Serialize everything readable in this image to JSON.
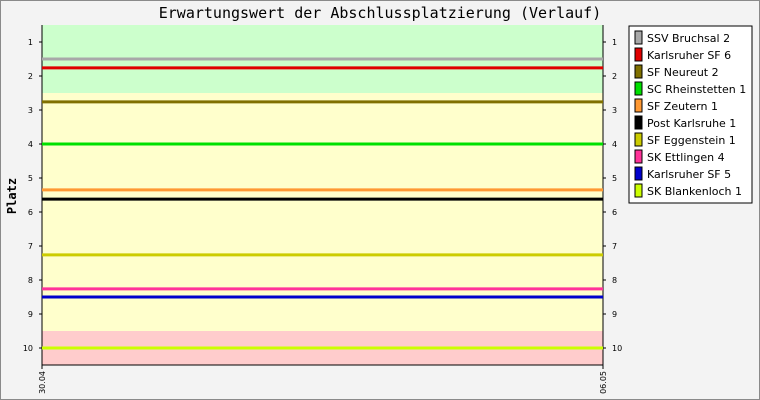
{
  "chart_data": {
    "type": "line",
    "title": "Erwartungswert der Abschlussplatzierung (Verlauf)",
    "ylabel": "Platz",
    "xlabel": "",
    "x_ticks": [
      "30.04",
      "06.05"
    ],
    "y_ticks": [
      1,
      2,
      3,
      4,
      5,
      6,
      7,
      8,
      9,
      10
    ],
    "ylim": [
      10.5,
      0.5
    ],
    "y_inverted": true,
    "grid": false,
    "legend_position": "right",
    "bands": [
      {
        "from": 0.5,
        "to": 2.5,
        "color": "#ccffcc"
      },
      {
        "from": 2.5,
        "to": 9.5,
        "color": "#ffffcc"
      },
      {
        "from": 9.5,
        "to": 10.5,
        "color": "#ffcccc"
      }
    ],
    "series": [
      {
        "name": "SSV Bruchsal 2",
        "color": "#a8a8a8",
        "values": [
          1.5,
          1.5
        ]
      },
      {
        "name": "Karlsruher SF 6",
        "color": "#e00000",
        "values": [
          1.76,
          1.76
        ]
      },
      {
        "name": "SF Neureut 2",
        "color": "#807000",
        "values": [
          2.76,
          2.76
        ]
      },
      {
        "name": "SC Rheinstetten 1",
        "color": "#00e000",
        "values": [
          4.0,
          4.0
        ]
      },
      {
        "name": "SF Zeutern 1",
        "color": "#ff9933",
        "values": [
          5.35,
          5.35
        ]
      },
      {
        "name": "Post Karlsruhe 1",
        "color": "#000000",
        "values": [
          5.62,
          5.62
        ]
      },
      {
        "name": "SF Eggenstein 1",
        "color": "#cccc00",
        "values": [
          7.26,
          7.26
        ]
      },
      {
        "name": "SK Ettlingen 4",
        "color": "#ff3399",
        "values": [
          8.26,
          8.26
        ]
      },
      {
        "name": "Karlsruher SF 5",
        "color": "#0000cc",
        "values": [
          8.5,
          8.5
        ]
      },
      {
        "name": "SK Blankenloch 1",
        "color": "#ccff00",
        "values": [
          10.0,
          10.0
        ]
      }
    ]
  }
}
